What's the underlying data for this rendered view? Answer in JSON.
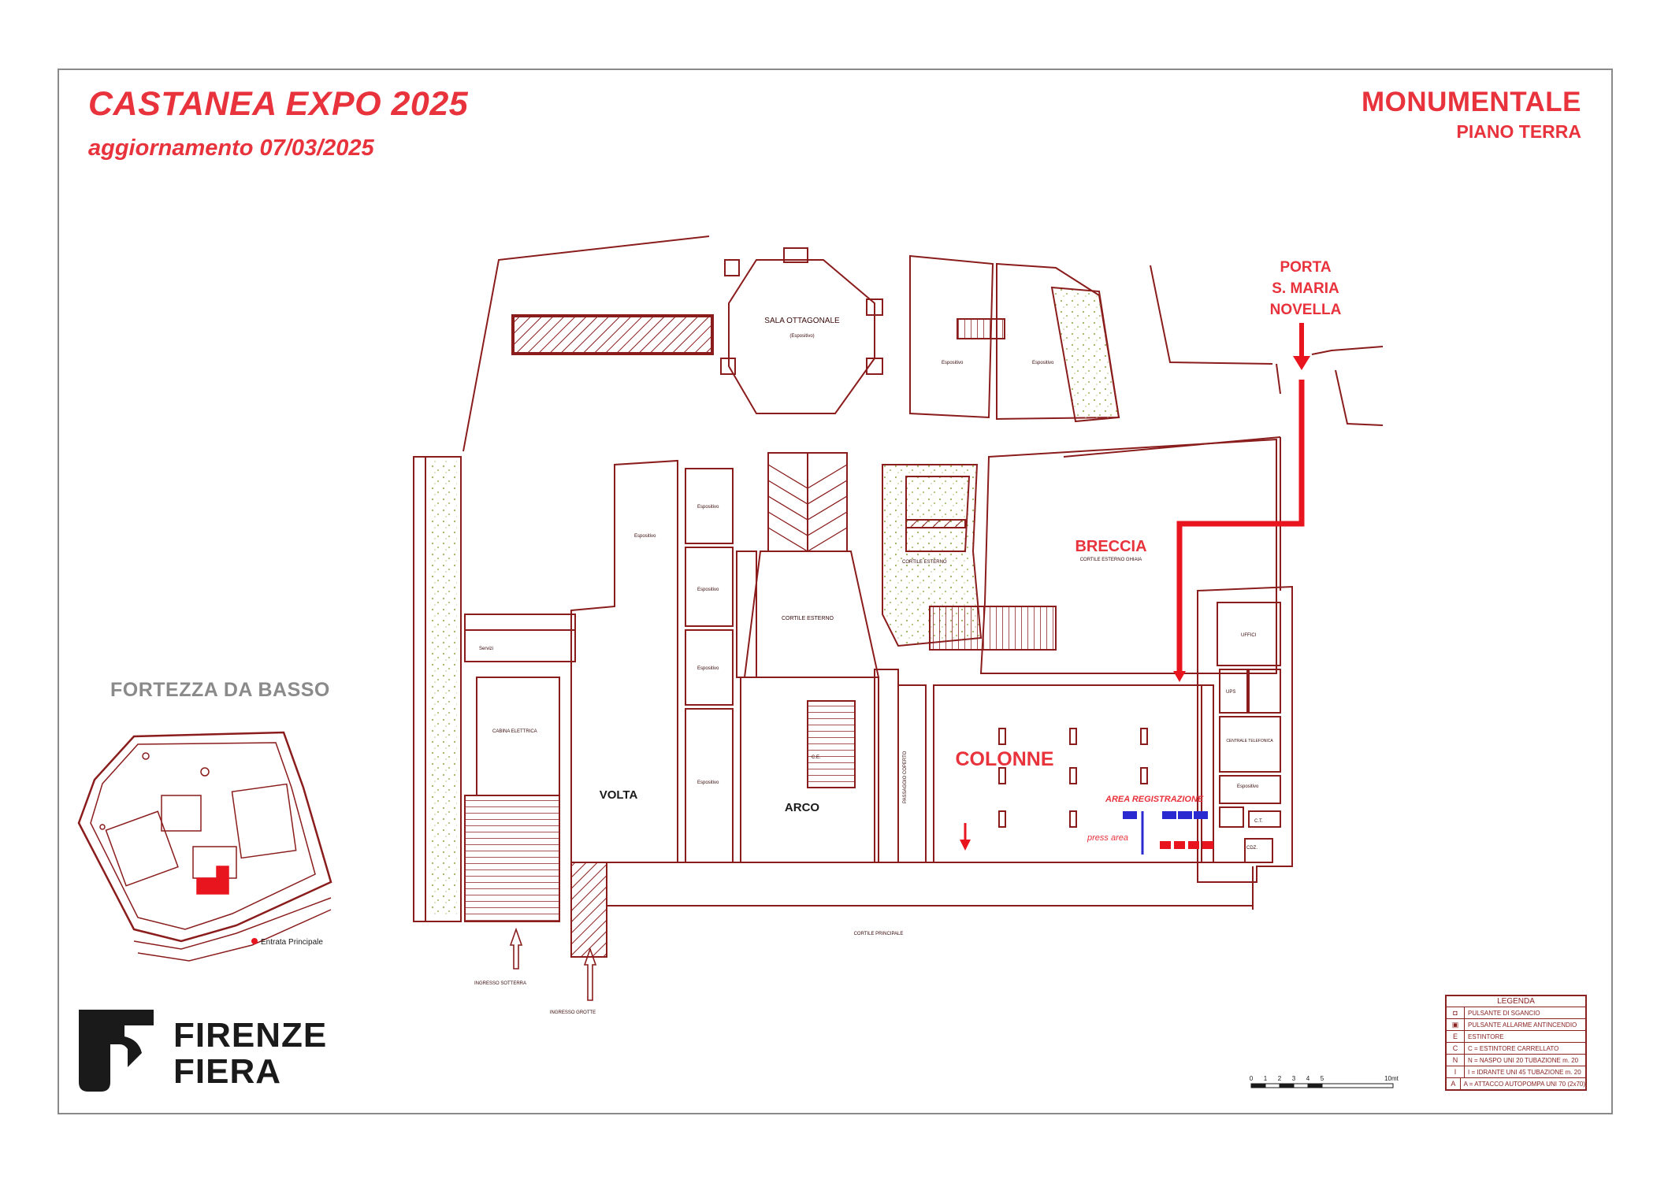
{
  "header": {
    "title": "CASTANEA EXPO 2025",
    "update": "aggiornamento 07/03/2025",
    "building": "MONUMENTALE",
    "floor": "PIANO TERRA"
  },
  "inset": {
    "title": "FORTEZZA DA BASSO",
    "entrance": "Entrata Principale"
  },
  "logo": {
    "line1": "FIRENZE",
    "line2": "FIERA"
  },
  "colors": {
    "accent": "#e8323c",
    "walls": "#8a1c1c",
    "route": "#e8141e",
    "grey": "#8a8a8a"
  },
  "rooms": {
    "sala_ottagonale": "SALA OTTAGONALE",
    "espositivo": "Espositivo",
    "espositivo_paren": "(Espositivo)",
    "breccia": "BRECCIA",
    "cortile_esterno_ghiaia": "CORTILE ESTERNO GHIAIA",
    "cortile_esterno": "CORTILE ESTERNO",
    "servizi": "Servizi",
    "cabina_elettrica": "CABINA ELETTRICA",
    "volta": "VOLTA",
    "arco": "ARCO",
    "passaggio_coperto": "PASSAGGIO COPERTO",
    "colonne": "COLONNE",
    "area_registrazione": "AREA REGISTRAZIONE",
    "press_area": "press area",
    "uffici": "UFFICI",
    "ups": "UPS",
    "centrale_telefonica": "CENTRALE TELEFONICA",
    "cortile_principale": "CORTILE PRINCIPALE",
    "ingresso_sx": "INGRESSO SOTTERRA",
    "ingresso_grotte": "INGRESSO GROTTE",
    "ce": "C.E.",
    "ct": "C.T.",
    "cdz": "CDZ.",
    "porta": "PORTA S. MARIA NOVELLA",
    "porta_l1": "PORTA",
    "porta_l2": "S. MARIA",
    "porta_l3": "NOVELLA"
  },
  "scale": {
    "ticks": [
      "0",
      "1",
      "2",
      "3",
      "4",
      "5"
    ],
    "end": "10mt"
  },
  "legend": {
    "title": "LEGENDA",
    "items": [
      {
        "symbol": "◘",
        "text": "PULSANTE DI SGANCIO"
      },
      {
        "symbol": "▣",
        "text": "PULSANTE ALLARME ANTINCENDIO"
      },
      {
        "symbol": "E",
        "text": "ESTINTORE"
      },
      {
        "symbol": "C",
        "text": "C = ESTINTORE CARRELLATO"
      },
      {
        "symbol": "N",
        "text": "N = NASPO UNI 20 TUBAZIONE m. 20"
      },
      {
        "symbol": "I",
        "text": "I = IDRANTE UNI 45 TUBAZIONE m. 20"
      },
      {
        "symbol": "A",
        "text": "A = ATTACCO AUTOPOMPA UNI 70 (2x70)"
      }
    ]
  }
}
